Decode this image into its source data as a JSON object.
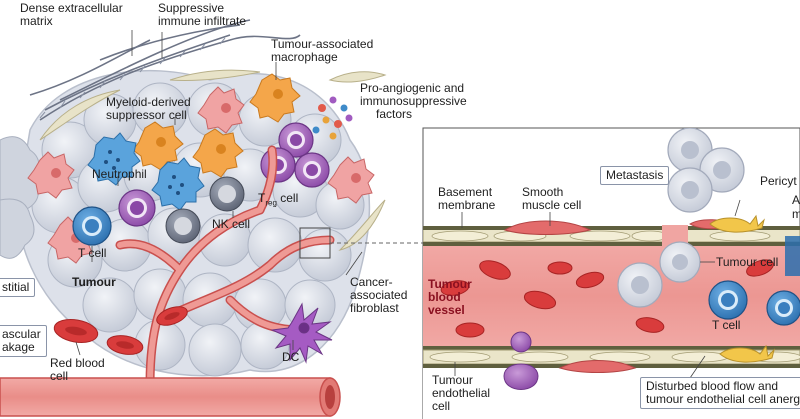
{
  "labels": {
    "dense_ecm": [
      "Dense extracellular",
      "matrix"
    ],
    "suppressive_infiltrate": [
      "Suppressive",
      "immune infiltrate"
    ],
    "tam": [
      "Tumour-associated",
      "macrophage"
    ],
    "pro_angiogenic": [
      "Pro-angiogenic and",
      "immunosuppressive",
      "factors"
    ],
    "mdsc": [
      "Myeloid-derived",
      "suppressor cell"
    ],
    "neutrophil": "Neutrophil",
    "treg_prefix": "T",
    "treg_sub": "reg",
    "treg_suffix": " cell",
    "nk_cell": "NK cell",
    "t_cell_left": "T cell",
    "tumour": "Tumour",
    "caf": [
      "Cancer-",
      "associated",
      "fibroblast"
    ],
    "interstitial": "stitial",
    "vascular_leakage": [
      "ascular",
      "akage"
    ],
    "red_blood_cell": [
      "Red blood",
      "cell"
    ],
    "dc": "DC",
    "metastasis": "Metastasis",
    "pericyte": "Pericyt",
    "basement_membrane": [
      "Basement",
      "membrane"
    ],
    "smooth_muscle": [
      "Smooth",
      "muscle cell"
    ],
    "tumour_cell": "Tumour cell",
    "tumour_blood_vessel": [
      "Tumour",
      "blood",
      "vessel"
    ],
    "t_cell_right": "T cell",
    "tumour_endothelial": [
      "Tumour",
      "endothelial",
      "cell"
    ],
    "disturbed_flow": [
      "Disturbed blood flow and",
      "tumour endothelial cell anerg"
    ],
    "cut_a": "A",
    "cut_m": "m"
  },
  "colors": {
    "tumour_cell": "#d9dde6",
    "vessel": "#e88a86",
    "vessel_dark": "#c9504e",
    "rbc": "#d93c3c",
    "t_cell": "#3e88c8",
    "macrophage": "#f2a444",
    "mdsc": "#f19a9a",
    "treg": "#a867c0",
    "fibroblast": "#e8e3c8",
    "membrane": "#5f5f3e"
  }
}
